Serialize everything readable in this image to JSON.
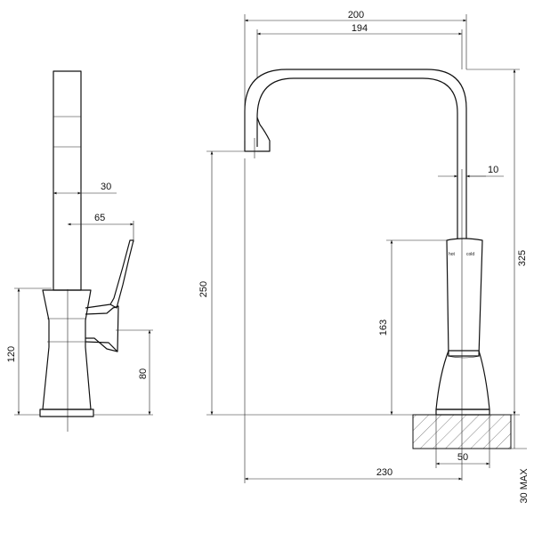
{
  "dimensions": {
    "spout_reach_outer": "200",
    "spout_reach_inner": "194",
    "spout_tube_diameter": "10",
    "total_height": "325",
    "outlet_height": "250",
    "body_height": "163",
    "base_diameter": "50",
    "deck_to_outlet_reach": "230",
    "max_deck_thickness": "30 MAX",
    "side_tube_depth": "30",
    "side_handle_depth": "65",
    "side_body_height": "120",
    "side_handle_height": "80"
  },
  "handle_markings": {
    "hot": "hot",
    "cold": "cold"
  },
  "colors": {
    "line": "#111111",
    "background": "#ffffff"
  }
}
